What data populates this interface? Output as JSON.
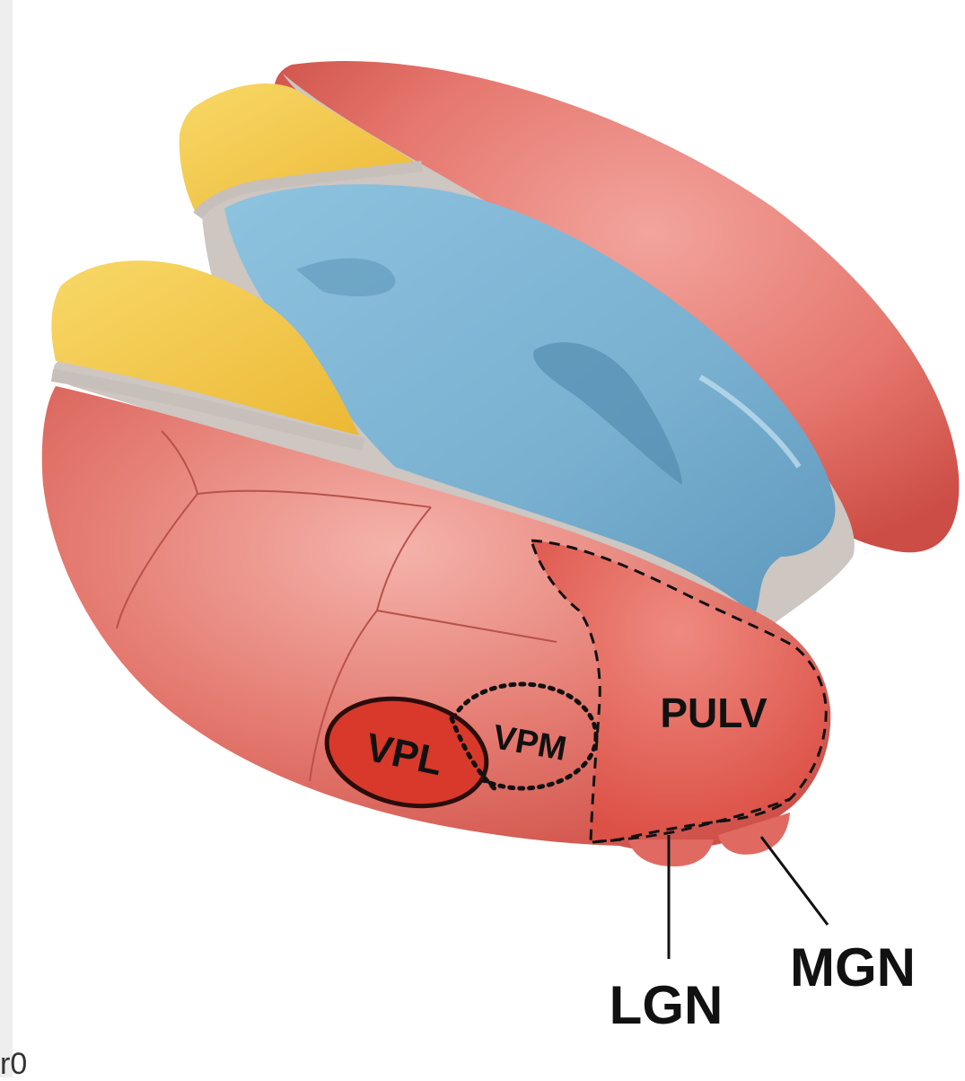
{
  "labels": {
    "vpl": "VPL",
    "vpm": "VPM",
    "pulv": "PULV",
    "lgn": "LGN",
    "mgn": "MGN"
  },
  "corner_fragment": "r0",
  "colors": {
    "thalamus_red": "#e06a62",
    "ventricle_blue": "#7fb4d3",
    "caudate_yellow": "#f2c84a",
    "border_gray": "#c9c2bd",
    "vpl_fill": "#d8392b"
  }
}
